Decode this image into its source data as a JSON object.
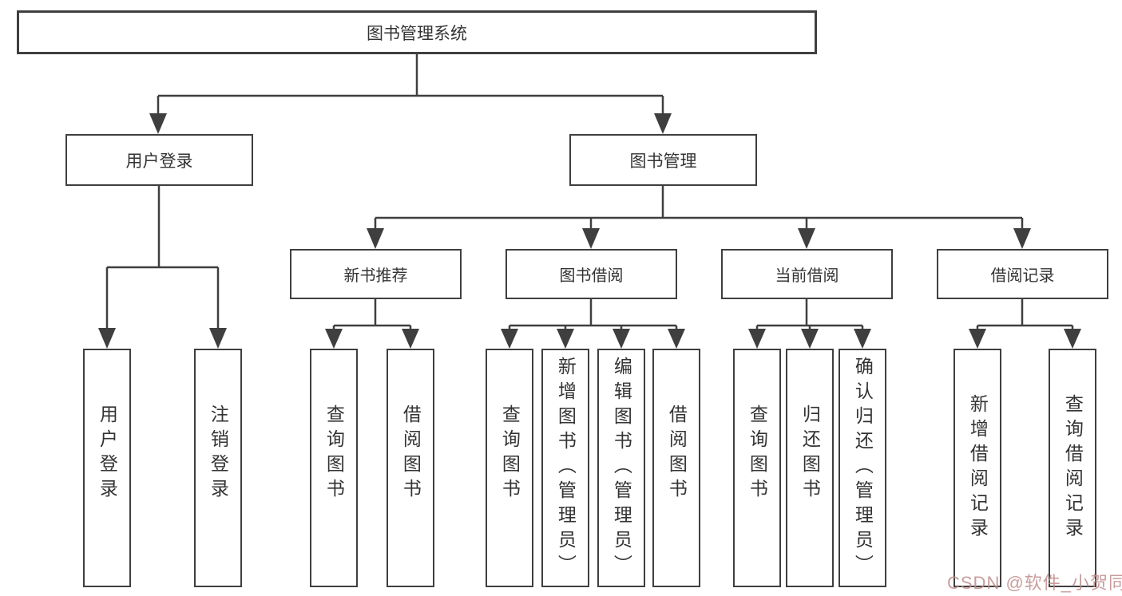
{
  "diagram": {
    "type": "tree",
    "orientation": "top-down",
    "colors": {
      "line": "#3f3f3f",
      "box_border": "#3f3f3f",
      "box_bg": "#ffffff",
      "text": "#333333",
      "page_bg": "#ffffff"
    },
    "tree": {
      "label": "图书管理系统",
      "children": [
        {
          "label": "用户登录",
          "children": [
            {
              "label": "用户登录"
            },
            {
              "label": "注销登录"
            }
          ]
        },
        {
          "label": "图书管理",
          "children": [
            {
              "label": "新书推荐",
              "children": [
                {
                  "label": "查询图书"
                },
                {
                  "label": "借阅图书"
                }
              ]
            },
            {
              "label": "图书借阅",
              "children": [
                {
                  "label": "查询图书"
                },
                {
                  "label": "新增图书（管理员）"
                },
                {
                  "label": "编辑图书（管理员）"
                },
                {
                  "label": "借阅图书"
                }
              ]
            },
            {
              "label": "当前借阅",
              "children": [
                {
                  "label": "查询图书"
                },
                {
                  "label": "归还图书"
                },
                {
                  "label": "确认归还（管理员）"
                }
              ]
            },
            {
              "label": "借阅记录",
              "children": [
                {
                  "label": "新增借阅记录"
                },
                {
                  "label": "查询借阅记录"
                }
              ]
            }
          ]
        }
      ]
    }
  },
  "watermark": {
    "text": "CSDN @软件_小贺同学",
    "color": "#c08c8c"
  }
}
